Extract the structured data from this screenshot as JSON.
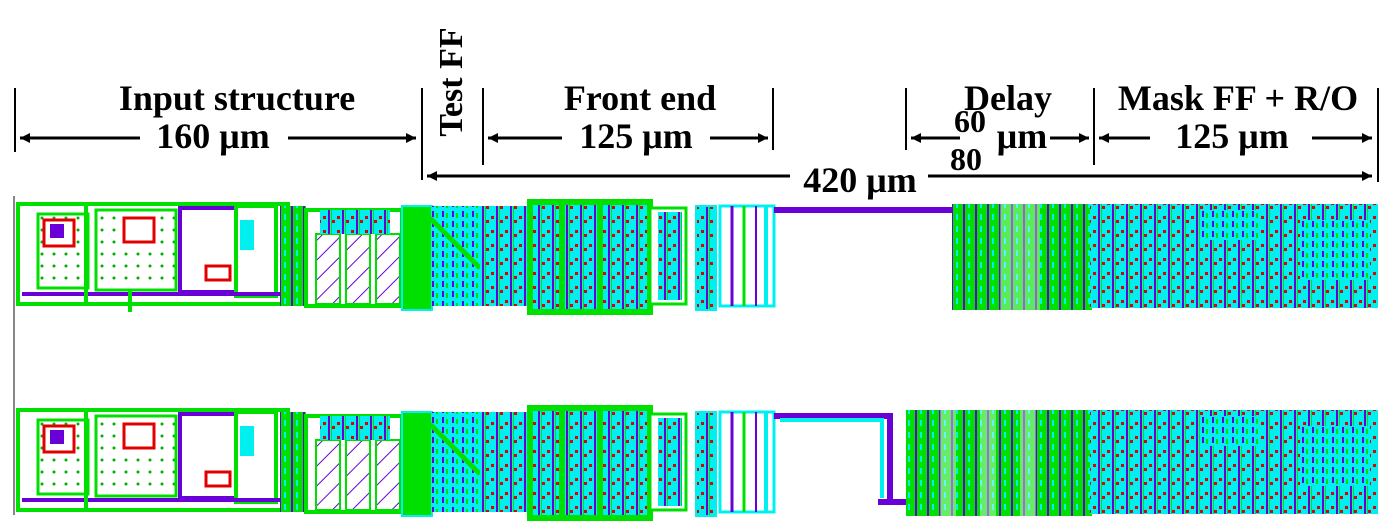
{
  "labels": {
    "input_structure": "Input structure",
    "input_width": "160 μm",
    "test_ff": "Test FF",
    "front_end": "Front end",
    "front_end_width": "125 μm",
    "delay": "Delay",
    "delay_width_top": "60",
    "delay_width_bottom": "80",
    "delay_unit": "μm",
    "mask_ff": "Mask FF + R/O",
    "mask_width": "125 μm",
    "total_width": "420 μm"
  },
  "layer_colors": {
    "metal1": "#00e000",
    "metal2": "#00f0f0",
    "poly": "#6a00d8",
    "diffusion": "#e00000",
    "outline": "#000000"
  },
  "rows": [
    "top-layout-row",
    "bottom-layout-row"
  ]
}
